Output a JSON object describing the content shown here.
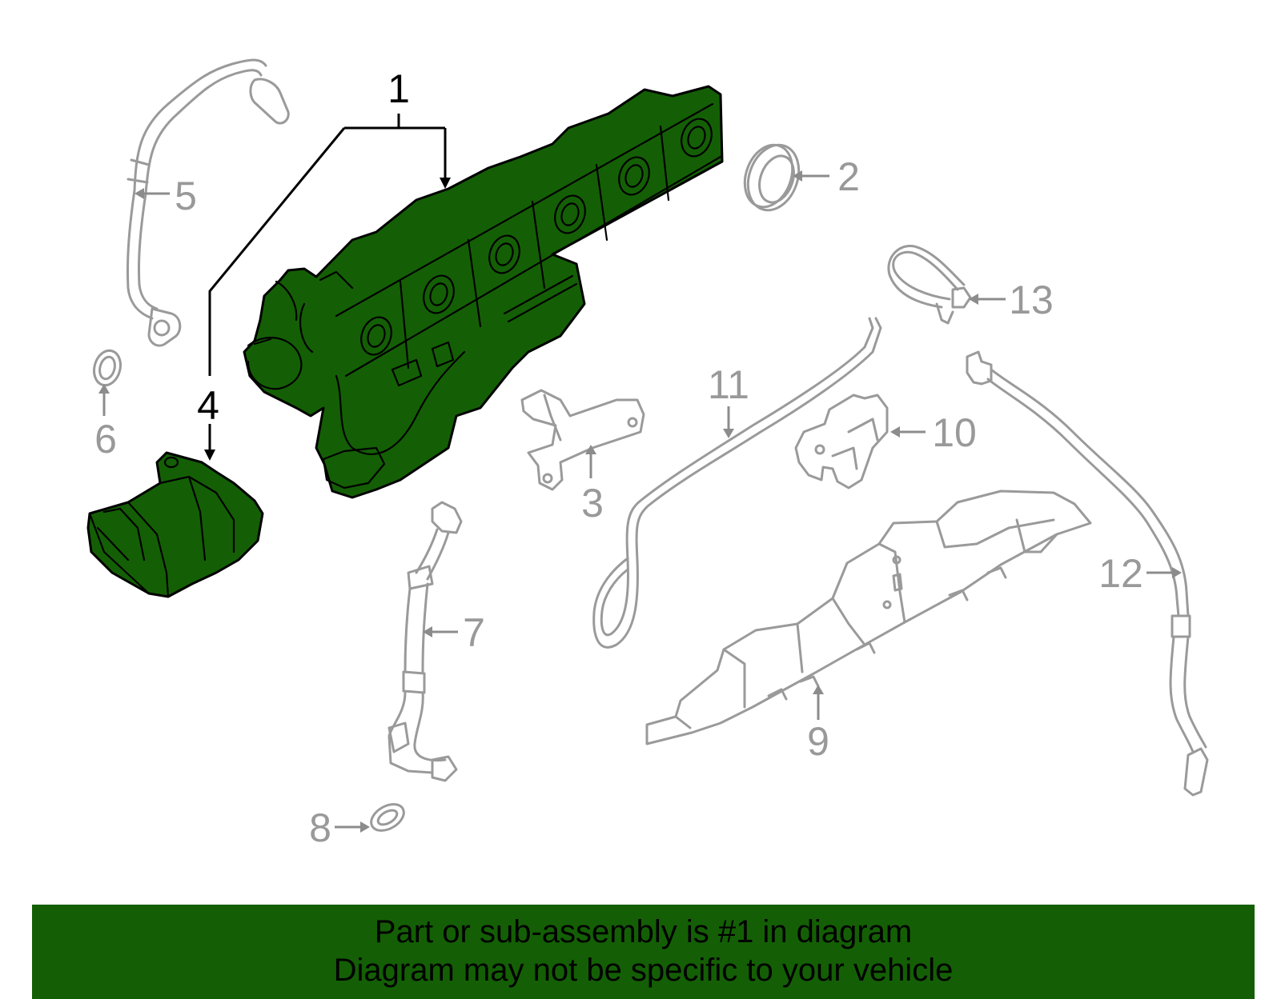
{
  "callouts": {
    "c1": "1",
    "c2": "2",
    "c3": "3",
    "c4": "4",
    "c5": "5",
    "c6": "6",
    "c7": "7",
    "c8": "8",
    "c9": "9",
    "c10": "10",
    "c11": "11",
    "c12": "12",
    "c13": "13"
  },
  "footer": {
    "line1": "Part or sub-assembly is #1 in diagram",
    "line2": "Diagram may not be specific to your vehicle"
  },
  "colors": {
    "highlight": "#145f05",
    "outline": "#9a9a9a",
    "callout_grey": "#999999",
    "callout_black": "#000000"
  }
}
